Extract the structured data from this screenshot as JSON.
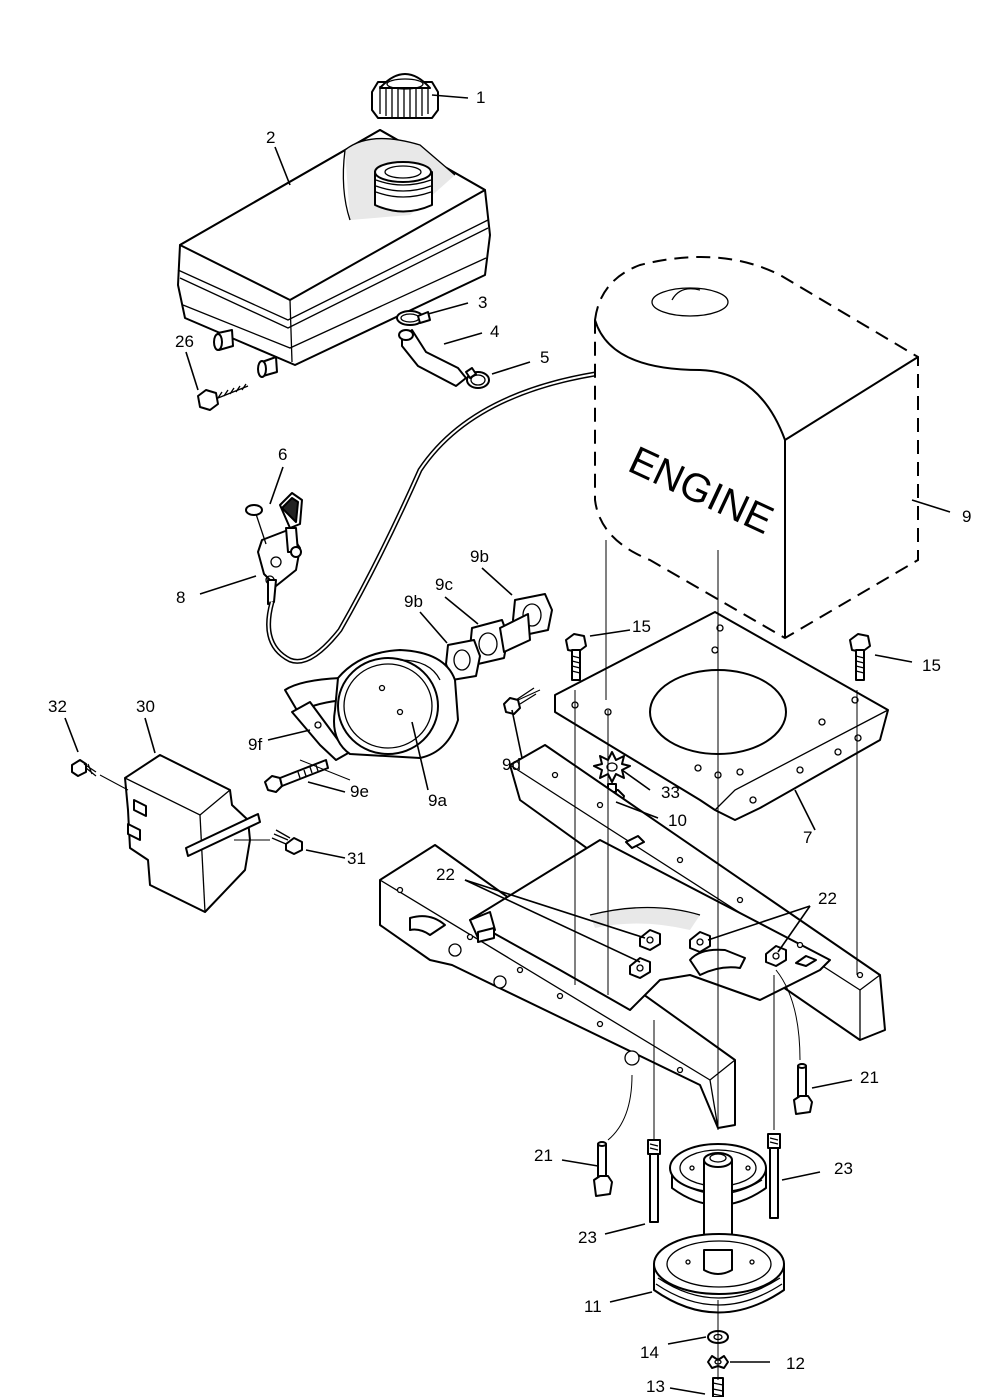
{
  "diagram": {
    "engine_text": "ENGINE",
    "callouts": [
      {
        "id": "c1",
        "text": "1"
      },
      {
        "id": "c2",
        "text": "2"
      },
      {
        "id": "c3",
        "text": "3"
      },
      {
        "id": "c4",
        "text": "4"
      },
      {
        "id": "c5",
        "text": "5"
      },
      {
        "id": "c26",
        "text": "26"
      },
      {
        "id": "c6",
        "text": "6"
      },
      {
        "id": "c8",
        "text": "8"
      },
      {
        "id": "c9",
        "text": "9"
      },
      {
        "id": "c9b-right",
        "text": "9b"
      },
      {
        "id": "c9c",
        "text": "9c"
      },
      {
        "id": "c9b-left",
        "text": "9b"
      },
      {
        "id": "c15-left",
        "text": "15"
      },
      {
        "id": "c15-right",
        "text": "15"
      },
      {
        "id": "c32",
        "text": "32"
      },
      {
        "id": "c30",
        "text": "30"
      },
      {
        "id": "c9f",
        "text": "9f"
      },
      {
        "id": "c9d",
        "text": "9d"
      },
      {
        "id": "c9e",
        "text": "9e"
      },
      {
        "id": "c9a",
        "text": "9a"
      },
      {
        "id": "c33",
        "text": "33"
      },
      {
        "id": "c10",
        "text": "10"
      },
      {
        "id": "c7",
        "text": "7"
      },
      {
        "id": "c31",
        "text": "31"
      },
      {
        "id": "c22-left",
        "text": "22"
      },
      {
        "id": "c22-right",
        "text": "22"
      },
      {
        "id": "c21-right",
        "text": "21"
      },
      {
        "id": "c21-left",
        "text": "21"
      },
      {
        "id": "c23-right",
        "text": "23"
      },
      {
        "id": "c23-left",
        "text": "23"
      },
      {
        "id": "c11",
        "text": "11"
      },
      {
        "id": "c14",
        "text": "14"
      },
      {
        "id": "c12",
        "text": "12"
      },
      {
        "id": "c13",
        "text": "13"
      }
    ]
  }
}
